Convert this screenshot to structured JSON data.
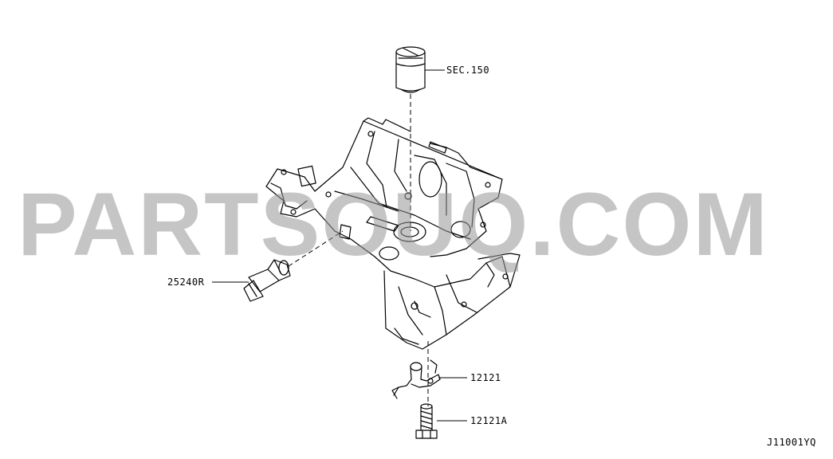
{
  "callouts": {
    "sec150": "SEC.150",
    "p25240r": "25240R",
    "p12121": "12121",
    "p12121a": "12121A"
  },
  "figure_code": "J11001YQ",
  "watermark": "PARTSOUQ.COM",
  "colors": {
    "line": "#000000",
    "watermark": "#969696",
    "background": "#ffffff"
  }
}
